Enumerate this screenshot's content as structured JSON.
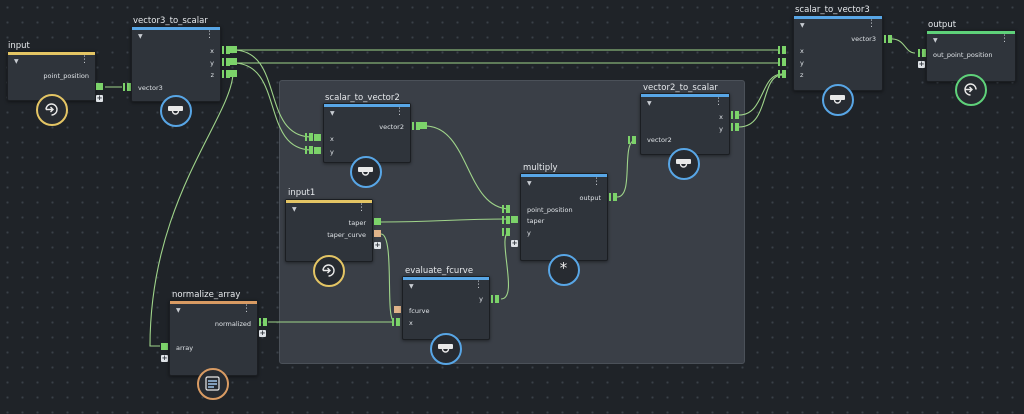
{
  "colors": {
    "background": "#1f2328",
    "group": "#3a3f47",
    "node": "#2f343b",
    "accent_blue": "#58a6e6",
    "accent_yellow": "#e4c564",
    "accent_green": "#5fd27a",
    "accent_orange": "#d99b63",
    "port_green": "#7cd36a",
    "port_tan": "#e0b48a",
    "wire": "#9fd48a"
  },
  "nodes": {
    "input": {
      "title": "input",
      "outputs": [
        "point_position"
      ],
      "icon": "arrow-in-icon"
    },
    "vector3_to_scalar": {
      "title": "vector3_to_scalar",
      "inputs": [
        "vector3"
      ],
      "outputs": [
        "x",
        "y",
        "z"
      ],
      "icon": "connector-icon"
    },
    "scalar_to_vector2": {
      "title": "scalar_to_vector2",
      "inputs": [
        "x",
        "y"
      ],
      "outputs": [
        "vector2"
      ],
      "icon": "connector-icon"
    },
    "vector2_to_scalar": {
      "title": "vector2_to_scalar",
      "inputs": [
        "vector2"
      ],
      "outputs": [
        "x",
        "y"
      ],
      "icon": "connector-icon"
    },
    "scalar_to_vector3": {
      "title": "scalar_to_vector3",
      "inputs": [
        "x",
        "y",
        "z"
      ],
      "outputs": [
        "vector3"
      ],
      "icon": "connector-icon"
    },
    "output": {
      "title": "output",
      "inputs": [
        "out_point_position"
      ],
      "icon": "arrow-out-icon"
    },
    "multiply": {
      "title": "multiply",
      "inputs": [
        "point_position",
        "taper",
        "y"
      ],
      "outputs": [
        "output"
      ],
      "icon": "asterisk-icon",
      "symbol": "*"
    },
    "input1": {
      "title": "input1",
      "outputs": [
        "taper",
        "taper_curve"
      ],
      "icon": "arrow-in-icon"
    },
    "evaluate_fcurve": {
      "title": "evaluate_fcurve",
      "inputs": [
        "fcurve",
        "x"
      ],
      "outputs": [
        "y"
      ],
      "icon": "connector-icon"
    },
    "normalize_array": {
      "title": "normalize_array",
      "inputs": [
        "array"
      ],
      "outputs": [
        "normalized"
      ],
      "icon": "array-icon"
    }
  }
}
